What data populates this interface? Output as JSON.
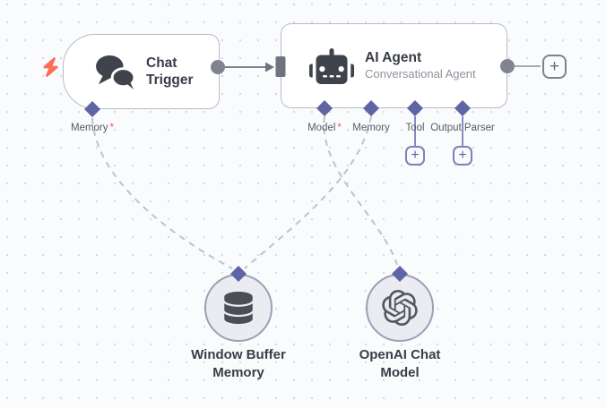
{
  "canvas": {
    "background_color": "#fafbfd",
    "dot_color": "#d7dae4"
  },
  "colors": {
    "port_diamond": "#5f64a5",
    "dashed_connection": "#bdc1d3",
    "solid_connection": "#7e828c",
    "required_asterisk": "#f05c54",
    "trigger_bolt": "#ff6d5a",
    "node_border": "#b6bbca",
    "icon_dark": "#3e434c"
  },
  "buttons": {
    "plus": "+"
  },
  "nodes": {
    "chat_trigger": {
      "title": "Chat Trigger",
      "icon": "chat-bubbles",
      "ports": [
        {
          "label": "Memory",
          "required": "*"
        }
      ]
    },
    "ai_agent": {
      "title": "AI Agent",
      "subtitle": "Conversational Agent",
      "icon": "robot",
      "ports": [
        {
          "label": "Model",
          "required": "*"
        },
        {
          "label": "Memory",
          "required": ""
        },
        {
          "label": "Tool",
          "required": ""
        },
        {
          "label": "Output Parser",
          "required": ""
        }
      ]
    },
    "window_buffer_memory": {
      "label_line1": "Window Buffer",
      "label_line2": "Memory",
      "icon": "database"
    },
    "openai_chat_model": {
      "label_line1": "OpenAI Chat",
      "label_line2": "Model",
      "icon": "openai-logo"
    }
  },
  "connections": [
    {
      "from": "chat_trigger.output",
      "to": "ai_agent.input",
      "style": "solid"
    },
    {
      "from": "window_buffer_memory",
      "to": "chat_trigger.Memory",
      "style": "dashed"
    },
    {
      "from": "window_buffer_memory",
      "to": "ai_agent.Memory",
      "style": "dashed"
    },
    {
      "from": "openai_chat_model",
      "to": "ai_agent.Model",
      "style": "dashed"
    }
  ]
}
